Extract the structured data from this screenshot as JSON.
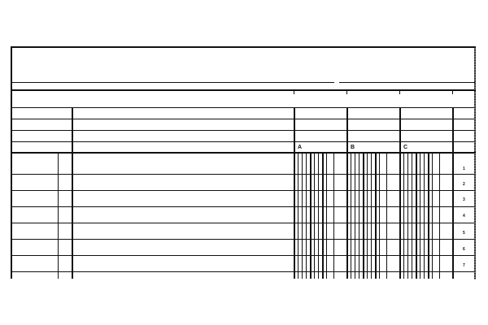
{
  "form": {
    "type": "columnar-ledger-sheet",
    "line_color": "#111111",
    "background": "#ffffff",
    "title_area": {
      "text": ""
    },
    "column_headers": [
      {
        "id": "A",
        "label": "A"
      },
      {
        "id": "B",
        "label": "B"
      },
      {
        "id": "C",
        "label": "C"
      }
    ],
    "row_numbers": [
      "1",
      "2",
      "3",
      "4",
      "5",
      "6",
      "7"
    ],
    "header_rows": 4,
    "body_rows": 7
  }
}
